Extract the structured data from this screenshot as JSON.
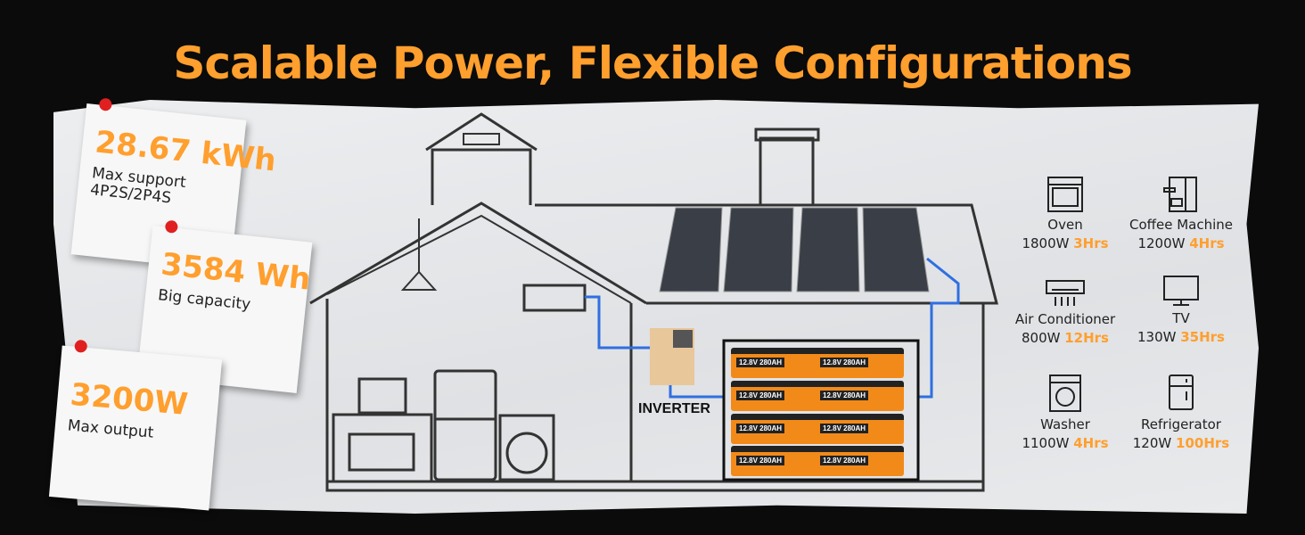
{
  "title": "Scalable Power, Flexible Configurations",
  "notes": [
    {
      "value": "28.67 kWh",
      "caption": "Max support 4P2S/2P4S"
    },
    {
      "value": "3584 Wh",
      "caption": "Big capacity"
    },
    {
      "value": "3200W",
      "caption": "Max output"
    }
  ],
  "inverter_label": "INVERTER",
  "battery_label": "12.8V 280AH",
  "appliances": [
    {
      "name": "Oven",
      "watts": "1800W",
      "hours": "3Hrs",
      "icon": "oven-icon"
    },
    {
      "name": "Coffee Machine",
      "watts": "1200W",
      "hours": "4Hrs",
      "icon": "coffee-machine-icon"
    },
    {
      "name": "Air Conditioner",
      "watts": "800W",
      "hours": "12Hrs",
      "icon": "air-conditioner-icon"
    },
    {
      "name": "TV",
      "watts": "130W",
      "hours": "35Hrs",
      "icon": "tv-icon"
    },
    {
      "name": "Washer",
      "watts": "1100W",
      "hours": "4Hrs",
      "icon": "washer-icon"
    },
    {
      "name": "Refrigerator",
      "watts": "120W",
      "hours": "100Hrs",
      "icon": "refrigerator-icon"
    }
  ],
  "colors": {
    "accent": "#ff9f2e",
    "wire": "#2f6fe0",
    "background": "#0b0b0b"
  }
}
